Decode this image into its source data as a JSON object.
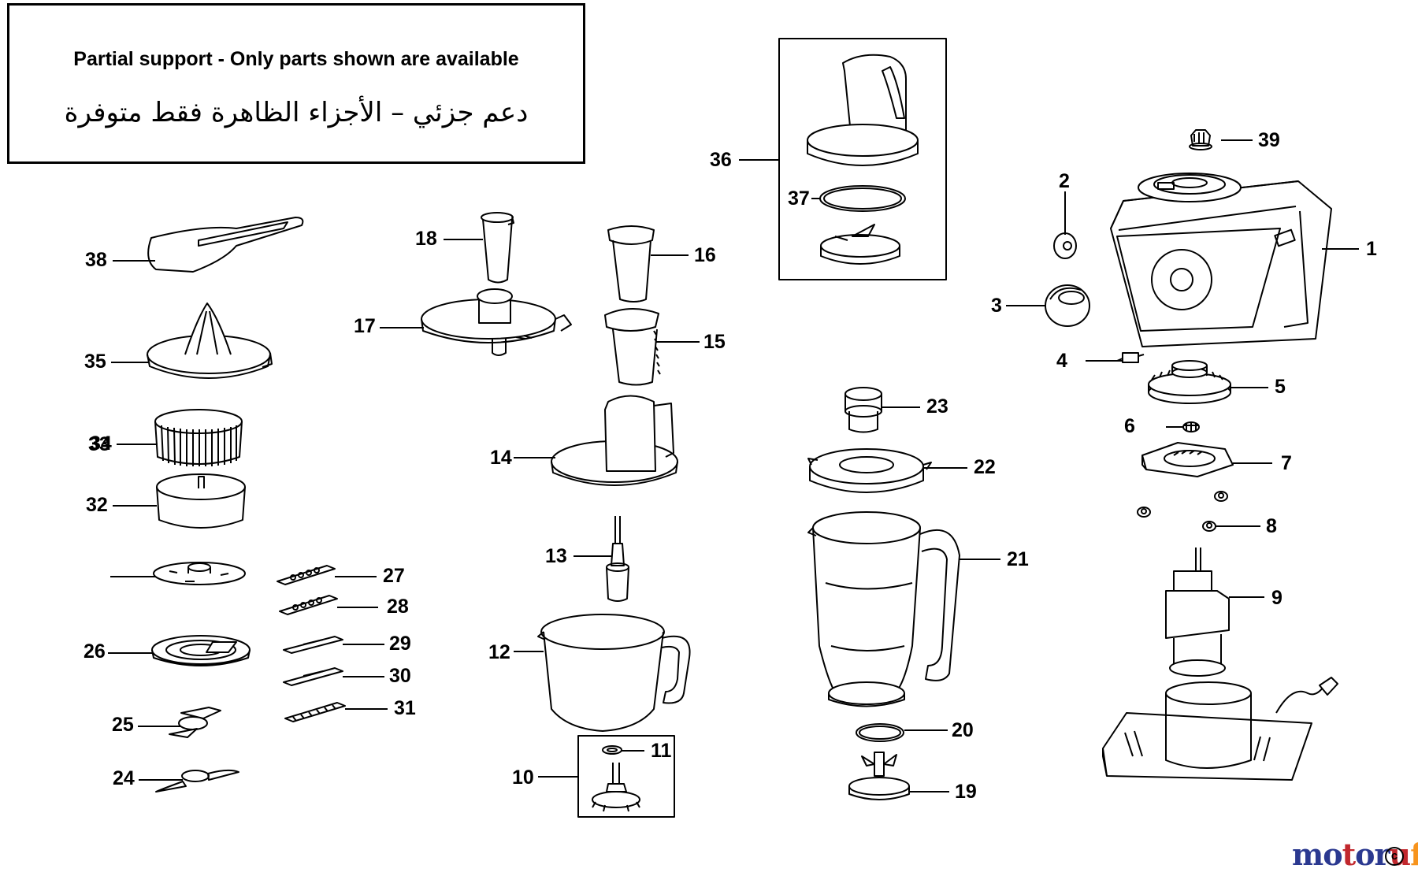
{
  "notice": {
    "english": "Partial support - Only parts shown are available",
    "arabic": "دعم جزئي – الأجزاء الظاهرة فقط متوفرة"
  },
  "parts": [
    {
      "id": "1",
      "label": "1"
    },
    {
      "id": "2",
      "label": "2"
    },
    {
      "id": "3",
      "label": "3"
    },
    {
      "id": "4",
      "label": "4"
    },
    {
      "id": "5",
      "label": "5"
    },
    {
      "id": "6",
      "label": "6"
    },
    {
      "id": "7",
      "label": "7"
    },
    {
      "id": "8",
      "label": "8"
    },
    {
      "id": "9",
      "label": "9"
    },
    {
      "id": "10",
      "label": "10"
    },
    {
      "id": "11",
      "label": "11"
    },
    {
      "id": "12",
      "label": "12"
    },
    {
      "id": "13",
      "label": "13"
    },
    {
      "id": "14",
      "label": "14"
    },
    {
      "id": "15",
      "label": "15"
    },
    {
      "id": "16",
      "label": "16"
    },
    {
      "id": "17",
      "label": "17"
    },
    {
      "id": "18",
      "label": "18"
    },
    {
      "id": "19",
      "label": "19"
    },
    {
      "id": "20",
      "label": "20"
    },
    {
      "id": "21",
      "label": "21"
    },
    {
      "id": "22",
      "label": "22"
    },
    {
      "id": "23",
      "label": "23"
    },
    {
      "id": "24",
      "label": "24"
    },
    {
      "id": "25",
      "label": "25"
    },
    {
      "id": "26",
      "label": "26"
    },
    {
      "id": "27",
      "label": "27"
    },
    {
      "id": "28",
      "label": "28"
    },
    {
      "id": "29",
      "label": "29"
    },
    {
      "id": "30",
      "label": "30"
    },
    {
      "id": "31",
      "label": "31"
    },
    {
      "id": "32",
      "label": "32"
    },
    {
      "id": "33",
      "label": "33"
    },
    {
      "id": "34",
      "label": "34"
    },
    {
      "id": "35",
      "label": "35"
    },
    {
      "id": "36",
      "label": "36"
    },
    {
      "id": "37",
      "label": "37"
    },
    {
      "id": "38",
      "label": "38"
    },
    {
      "id": "39",
      "label": "39"
    }
  ],
  "watermark": {
    "letters": [
      "m",
      "o",
      "t",
      "o",
      "r",
      "u",
      "f"
    ],
    "colors": [
      "#2b3990",
      "#2b3990",
      "#c1272d",
      "#2b3990",
      "#2b3990",
      "#c1272d",
      "#f7941d"
    ],
    "copyright": "c"
  }
}
